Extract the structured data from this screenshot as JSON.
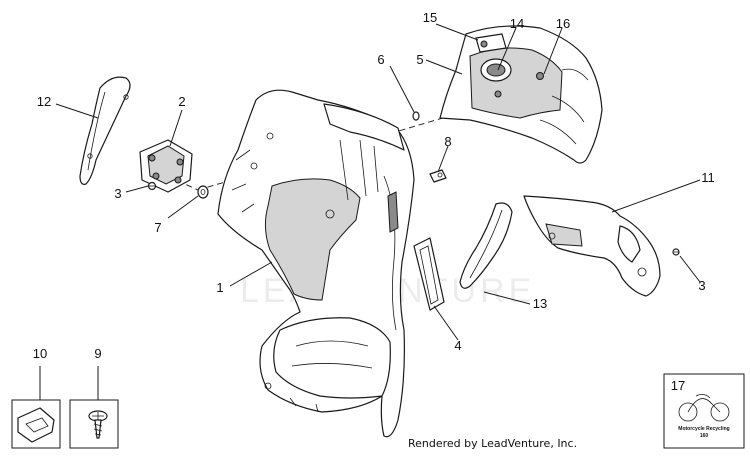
{
  "diagram": {
    "watermark": "LEADVENTURE",
    "credit": "Rendered by LeadVenture, Inc.",
    "callouts": {
      "c1": "1",
      "c2": "2",
      "c3a": "3",
      "c3b": "3",
      "c4": "4",
      "c5": "5",
      "c6": "6",
      "c7": "7",
      "c8": "8",
      "c9": "9",
      "c10": "10",
      "c11": "11",
      "c12": "12",
      "c13": "13",
      "c14": "14",
      "c15": "15",
      "c16": "16",
      "c17": "17"
    },
    "recycling_logo": {
      "line1": "Motorcycle Recycling",
      "line2": "160"
    }
  }
}
